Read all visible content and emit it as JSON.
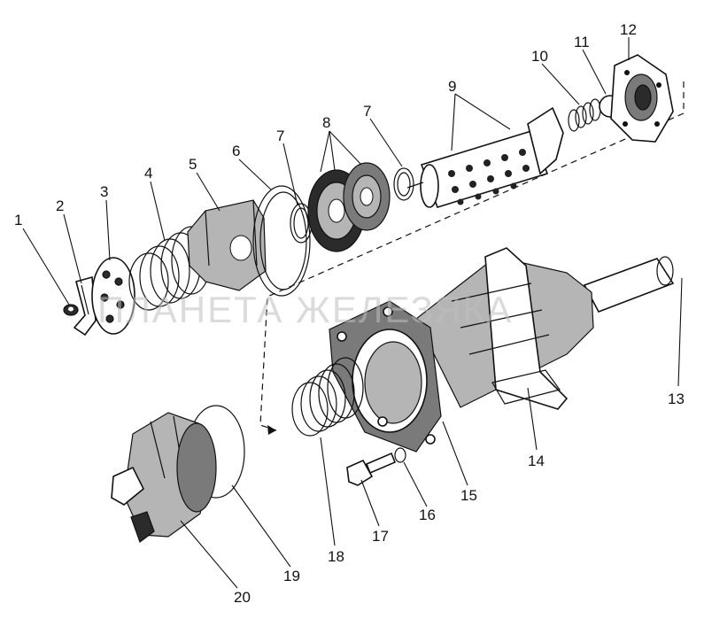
{
  "watermark": "ПЛАНЕТА ЖЕЛЕЗЯКА",
  "callouts": [
    "1",
    "2",
    "3",
    "4",
    "5",
    "6",
    "7",
    "7",
    "8",
    "9",
    "10",
    "11",
    "12",
    "13",
    "14",
    "15",
    "16",
    "17",
    "18",
    "19",
    "20"
  ]
}
